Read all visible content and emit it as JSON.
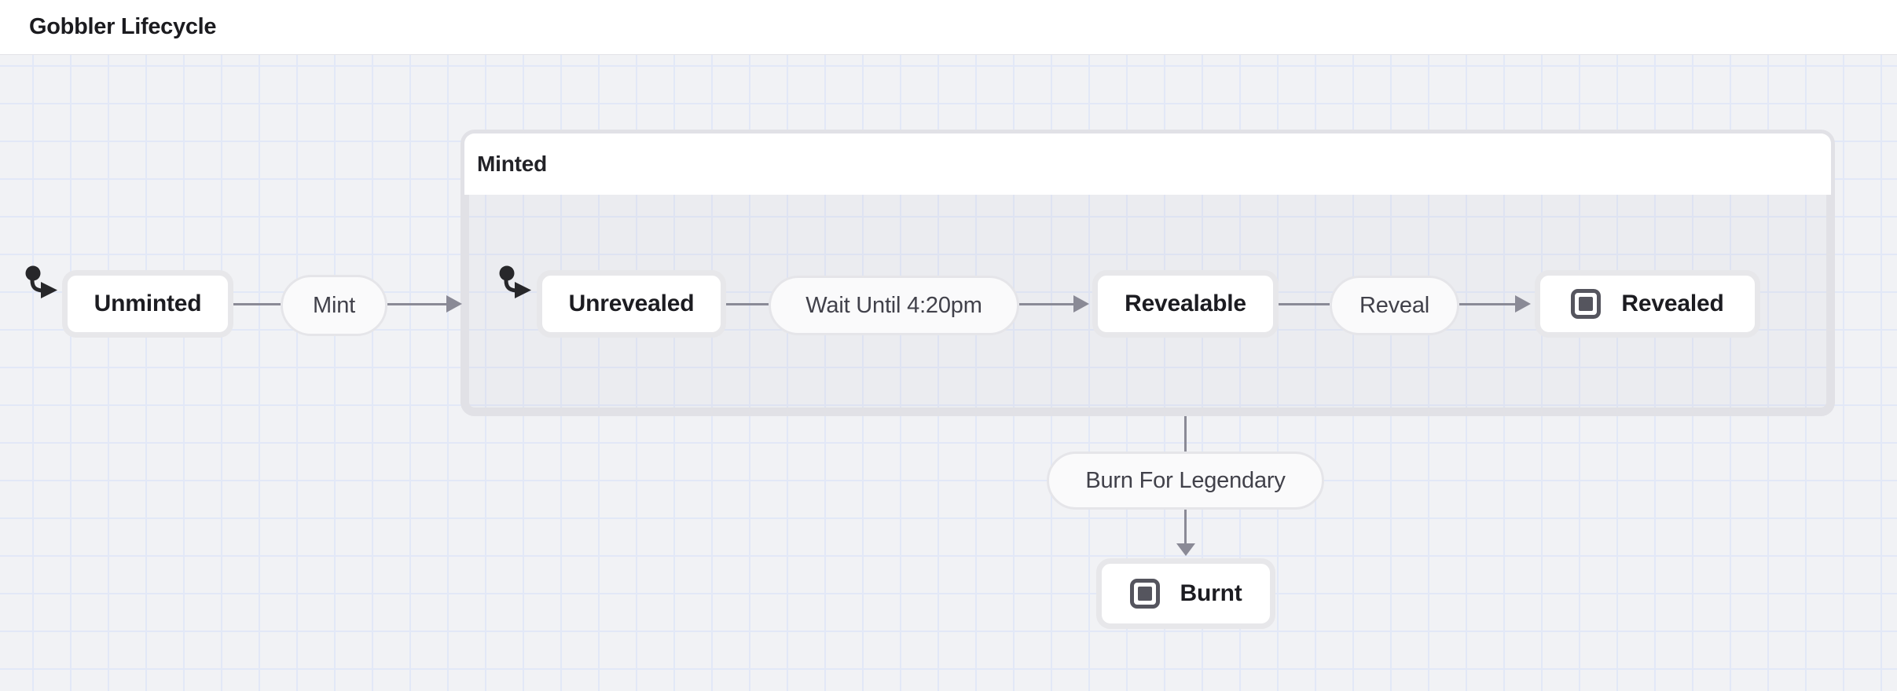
{
  "page": {
    "title": "Gobbler Lifecycle"
  },
  "states": {
    "unminted": {
      "label": "Unminted",
      "initial": true
    },
    "minted": {
      "label": "Minted",
      "type": "compound"
    },
    "unrevealed": {
      "label": "Unrevealed",
      "initial": true
    },
    "revealable": {
      "label": "Revealable"
    },
    "revealed": {
      "label": "Revealed",
      "final": true
    },
    "burnt": {
      "label": "Burnt",
      "final": true
    }
  },
  "transitions": {
    "mint": {
      "label": "Mint"
    },
    "wait_until_420pm": {
      "label": "Wait Until 4:20pm"
    },
    "reveal": {
      "label": "Reveal"
    },
    "burn_for_legendary": {
      "label": "Burn For Legendary"
    }
  },
  "icons": {
    "initial_state": "initial-state-arrow-icon",
    "final_state": "final-state-square-icon"
  },
  "colors": {
    "canvas_bg": "#f1f2f5",
    "grid_line": "#e2e8f7",
    "node_bg": "#ffffff",
    "node_ring": "#e7e7ea",
    "node_text": "#1c1c21",
    "pill_bg": "#fafafb",
    "pill_border": "#e5e5e9",
    "pill_text": "#41414a",
    "edge": "#8a8a96",
    "initial_marker": "#27272a",
    "final_icon": "#55555e",
    "compound_border": "#e1e1e6",
    "header_bg": "#ffffff"
  }
}
